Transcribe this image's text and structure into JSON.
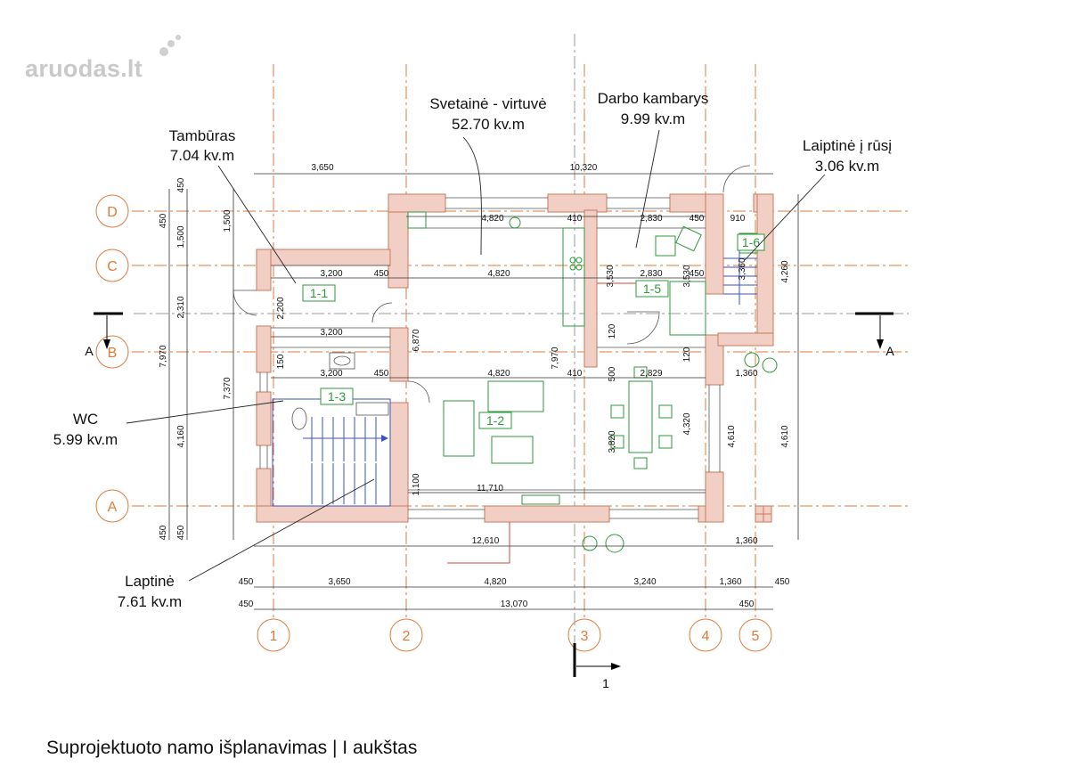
{
  "watermark": "aruodas.lt",
  "caption": "Suprojektuoto namo išplanavimas | I aukštas",
  "rooms": {
    "tamburas": {
      "name": "Tambūras",
      "area": "7.04 kv.m"
    },
    "svetaine": {
      "name": "Svetainė - virtuvė",
      "area": "52.70 kv.m"
    },
    "darbo": {
      "name": "Darbo kambarys",
      "area": "9.99 kv.m"
    },
    "laiptine_rusi": {
      "name": "Laiptinė į rūsį",
      "area": "3.06 kv.m"
    },
    "wc": {
      "name": "WC",
      "area": "5.99 kv.m"
    },
    "laptine": {
      "name": "Laptinė",
      "area": "7.61 kv.m"
    }
  },
  "room_tags": [
    "1-1",
    "1-2",
    "1-3",
    "1-5",
    "1-6"
  ],
  "axes": {
    "rows": [
      "D",
      "C",
      "B",
      "A"
    ],
    "cols": [
      "1",
      "2",
      "3",
      "4",
      "5"
    ],
    "section": "A",
    "section_mark": "1"
  },
  "colors": {
    "wall": "#f2cfc4",
    "wall_stroke": "#c87a5e",
    "axis": "#e07a3c",
    "green": "#2e9a3a",
    "blue": "#3a52c9"
  },
  "dimensions": {
    "top1": "3,650",
    "top2": "10,320",
    "r1_a": "4,820",
    "r1_b": "410",
    "r1_c": "2,830",
    "r1_d": "450",
    "r1_e": "910",
    "r2_a": "3,200",
    "r2_b": "450",
    "r2_c": "4,820",
    "r2_d": "2,830",
    "r2_e": "450",
    "r3_a": "3,200",
    "r4_a": "3,200",
    "r4_b": "450",
    "r4_c": "4,820",
    "r4_d": "410",
    "r4_e": "2,829",
    "r4_f": "1,360",
    "v_6870": "6,870",
    "v_7970": "7,970",
    "v_3530a": "3,530",
    "v_3530b": "3,530",
    "v_3360": "3,360",
    "v_120a": "120",
    "v_120b": "120",
    "v_500": "500",
    "v_150": "150",
    "v_2200": "2,200",
    "v_3820": "3,820",
    "v_4320": "4,320",
    "v_4610a": "4,610",
    "v_1100": "1,100",
    "int_11710": "11,710",
    "b1_a": "12,610",
    "b1_b": "1,360",
    "b2_a": "450",
    "b2_b": "3,650",
    "b2_c": "4,820",
    "b2_d": "3,240",
    "b2_e": "1,360",
    "b2_f": "450",
    "b3_a": "450",
    "b3_b": "13,070",
    "b3_c": "450",
    "l_450a": "450",
    "l_1500": "1,500",
    "l_2310": "2,310",
    "l_7970": "7,970",
    "l_4160": "4,160",
    "l_450b": "450",
    "l2_450": "450",
    "l2_1500": "1,500",
    "l2_7370": "7,370",
    "l2_450b": "450",
    "r_4260": "4,260",
    "r_4610": "4,610"
  }
}
